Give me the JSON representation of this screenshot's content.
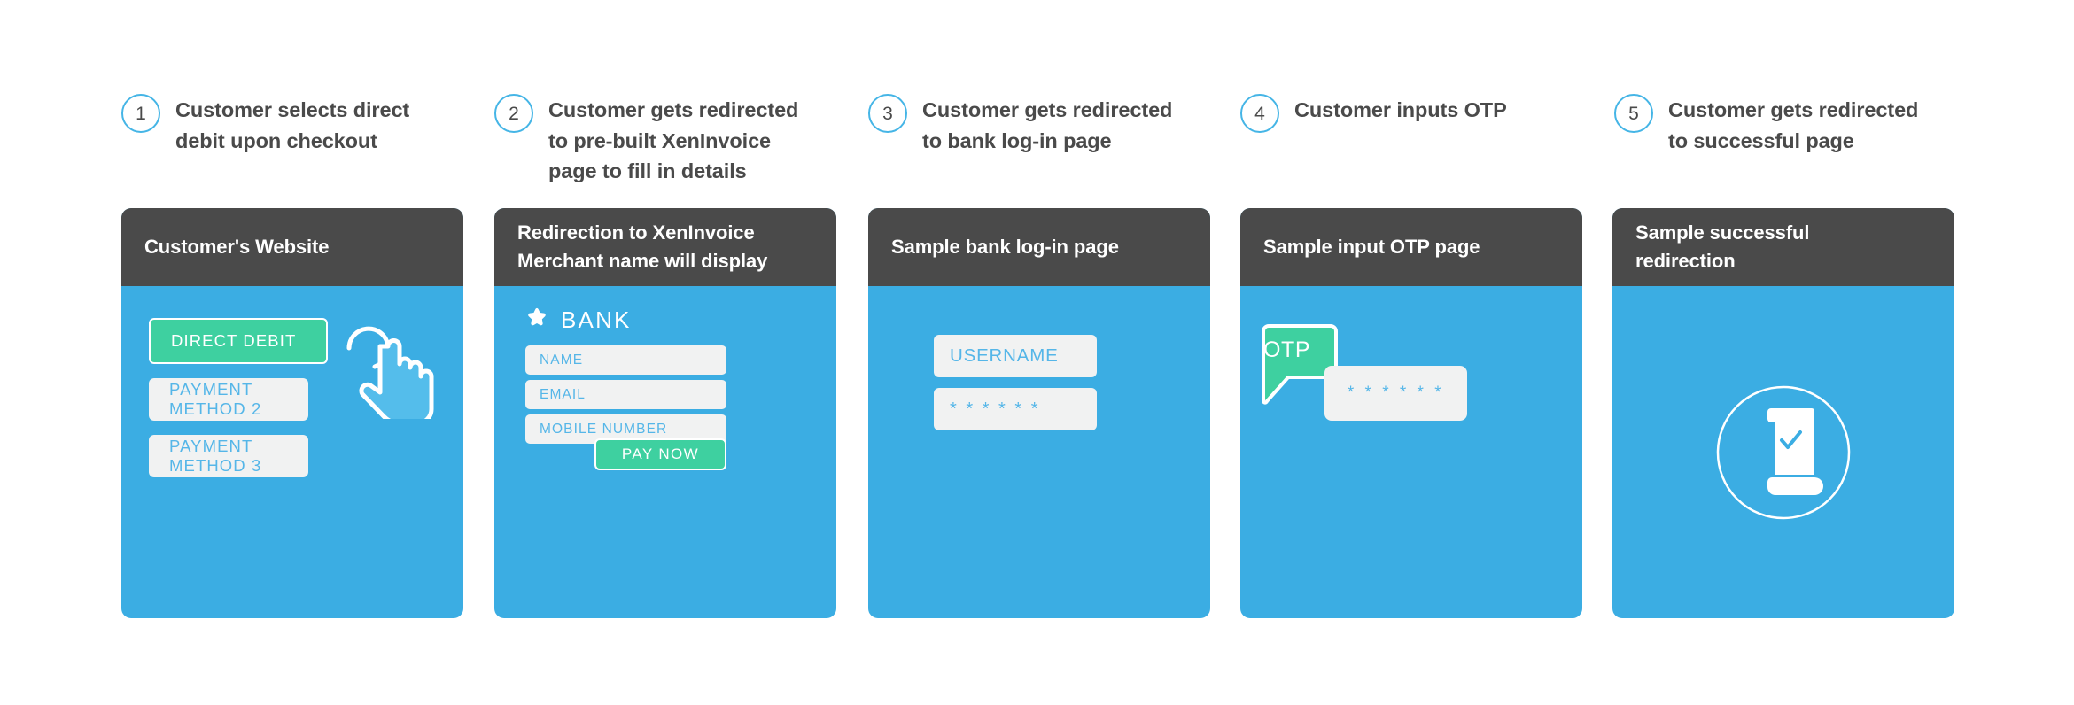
{
  "colors": {
    "blue": "#3bade3",
    "dark": "#4a4a4a",
    "green": "#3ed0a0",
    "light_gray": "#f1f2f2",
    "blue_text": "#55b6e8",
    "circle_outline": "#45b5e6",
    "white": "#ffffff"
  },
  "steps": [
    {
      "number": "1",
      "text": "Customer selects direct\ndebit upon checkout"
    },
    {
      "number": "2",
      "text": "Customer gets redirected\nto pre-built XenInvoice\npage to fill in details"
    },
    {
      "number": "3",
      "text": "Customer gets redirected\nto bank log-in page"
    },
    {
      "number": "4",
      "text": "Customer inputs OTP"
    },
    {
      "number": "5",
      "text": "Customer gets redirected\nto successful page"
    }
  ],
  "cards": {
    "customer_website": {
      "header": "Customer's Website",
      "buttons": [
        {
          "label": "DIRECT DEBIT",
          "state": "selected"
        },
        {
          "label": "PAYMENT METHOD 2",
          "state": "default"
        },
        {
          "label": "PAYMENT METHOD 3",
          "state": "default"
        }
      ],
      "cursor_icon": "hand-tap-cursor-icon"
    },
    "xeninvoice": {
      "header": "Redirection to XenInvoice\nMerchant name will display",
      "brand": {
        "icon": "star-icon",
        "name": "BANK"
      },
      "fields": [
        {
          "placeholder": "NAME"
        },
        {
          "placeholder": "EMAIL"
        },
        {
          "placeholder": "MOBILE NUMBER"
        }
      ],
      "submit_label": "PAY NOW"
    },
    "bank_login": {
      "header": "Sample bank log-in page",
      "username_value": "USERNAME",
      "password_value": "* * * * * *"
    },
    "otp_page": {
      "header": "Sample input OTP page",
      "bubble_label": "OTP",
      "otp_value": "* * * * * *"
    },
    "success_page": {
      "header": "Sample successful\nredirection",
      "icon": "certificate-check-icon"
    }
  }
}
